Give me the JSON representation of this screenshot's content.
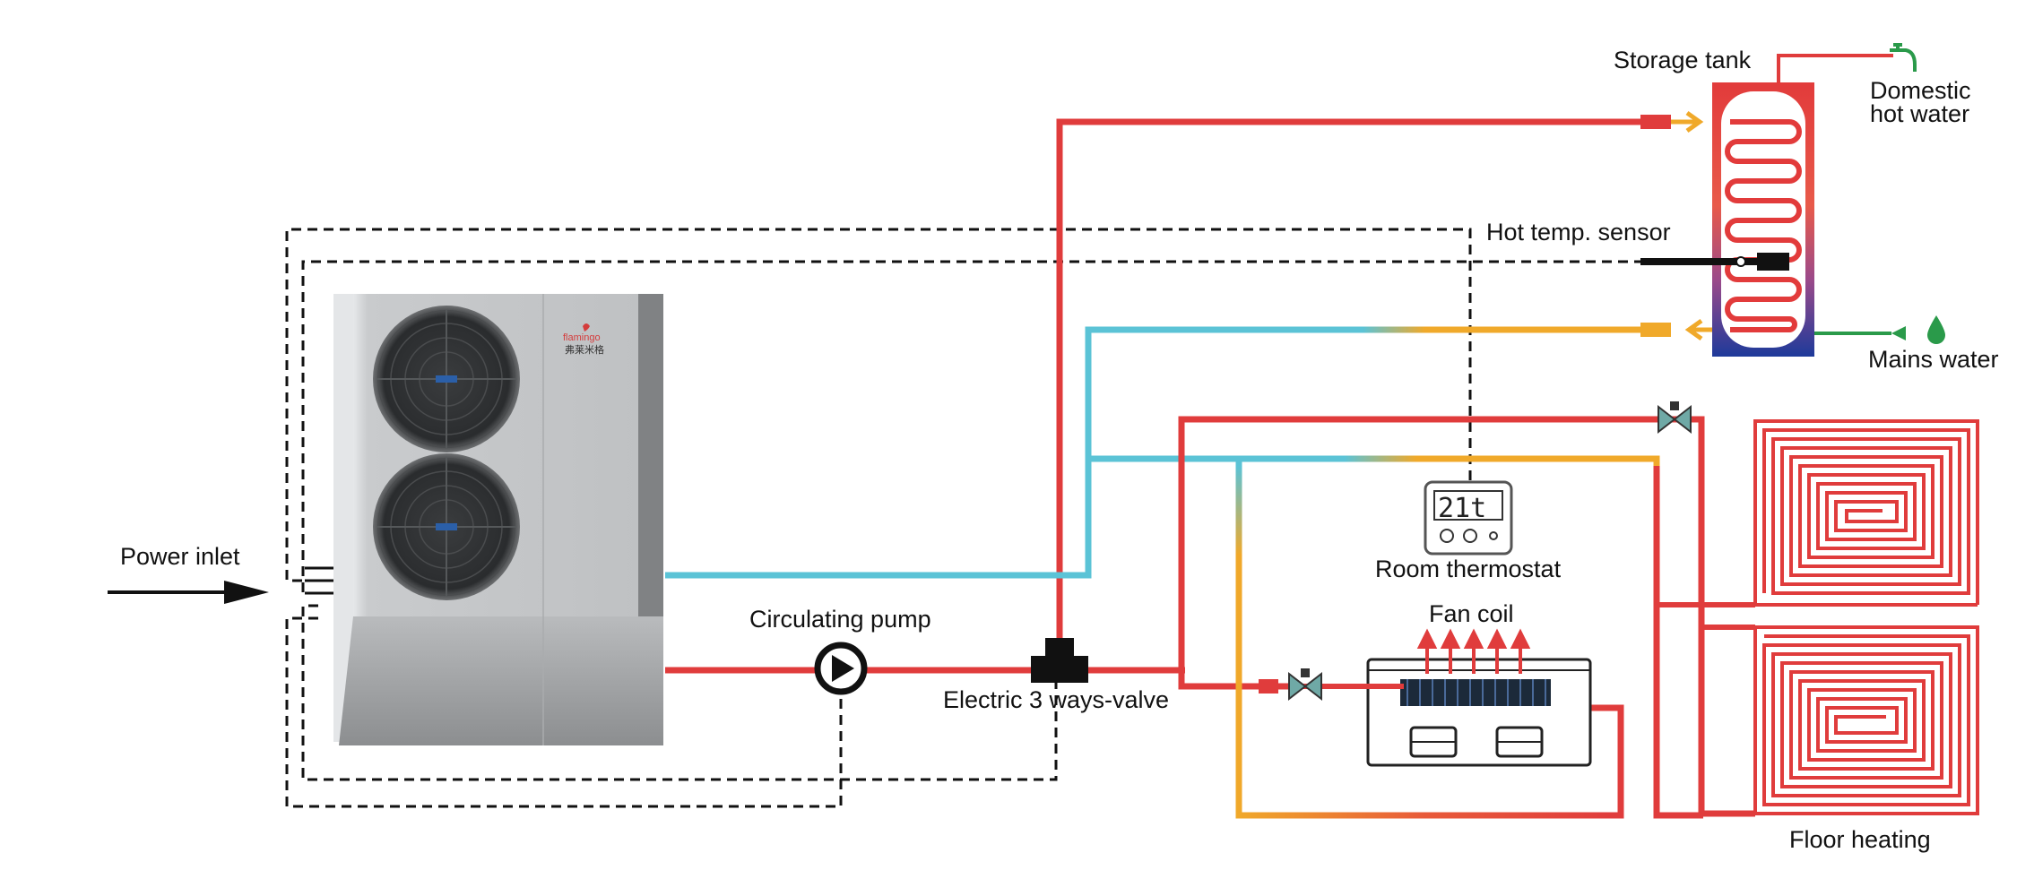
{
  "labels": {
    "storage_tank": "Storage tank",
    "domestic_hot_water_line1": "Domestic",
    "domestic_hot_water_line2": "hot water",
    "hot_temp_sensor": "Hot temp. sensor",
    "mains_water": "Mains water",
    "power_inlet": "Power inlet",
    "circulating_pump": "Circulating pump",
    "electric_valve": "Electric 3 ways-valve",
    "room_thermostat": "Room thermostat",
    "fan_coil": "Fan coil",
    "floor_heating": "Floor heating"
  },
  "heat_pump": {
    "brand_latin": "flamingo",
    "brand_chinese": "弗莱米格"
  },
  "thermostat": {
    "display": "21t"
  },
  "colors": {
    "hot_pipe": "#e03c3c",
    "cold_pipe": "#5bc3d6",
    "warm_pipe": "#f0a92a",
    "control_wire": "#111111",
    "tank_top": "#e23b3b",
    "tank_bottom": "#1e3a9a",
    "faucet": "#2a9a4a"
  }
}
